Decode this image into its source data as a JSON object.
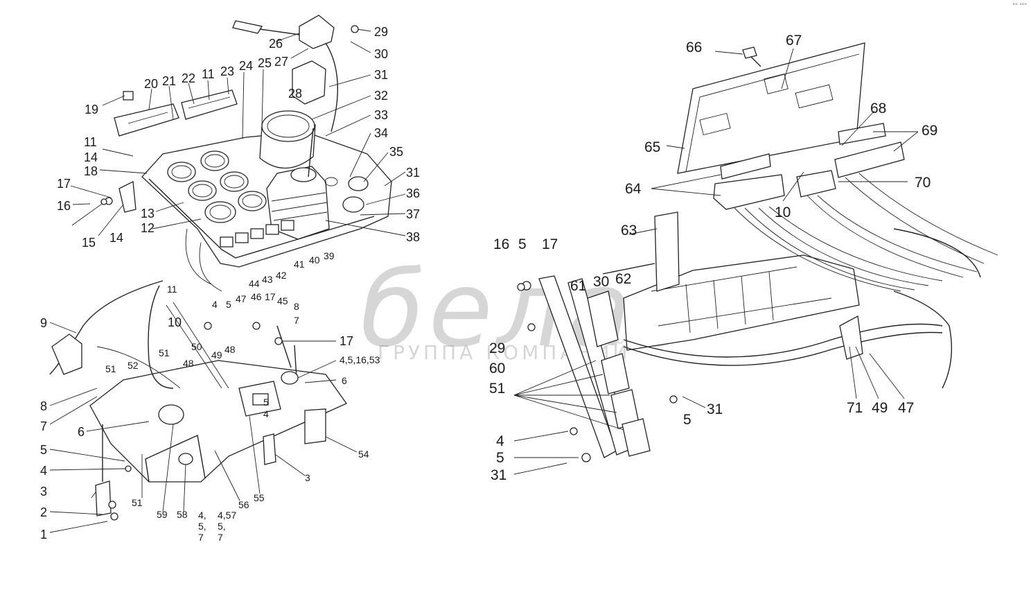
{
  "corner_mark": "°°  °°°",
  "watermark": {
    "brand": "белаз",
    "subtitle": "ГРУППА КОМПАНИЙ"
  },
  "callouts_left": [
    "1",
    "2",
    "3",
    "4",
    "5",
    "6",
    "7",
    "8",
    "9",
    "10",
    "11",
    "12",
    "13",
    "14",
    "15",
    "16",
    "17",
    "18",
    "19",
    "20",
    "21",
    "22",
    "23",
    "24",
    "25",
    "26",
    "27",
    "28",
    "29",
    "30",
    "31",
    "32",
    "33",
    "34",
    "35",
    "36",
    "37",
    "38",
    "39",
    "40",
    "41",
    "42",
    "43",
    "44",
    "45",
    "46",
    "47",
    "48",
    "49",
    "50",
    "51",
    "52",
    "53",
    "54",
    "55",
    "56",
    "57",
    "58",
    "59"
  ],
  "callouts_right": [
    "60",
    "61",
    "62",
    "63",
    "64",
    "65",
    "66",
    "67",
    "68",
    "69",
    "70",
    "71"
  ],
  "multi_callouts": {
    "a": "4,5,16,53",
    "b": "4,\n5,\n7",
    "c": "4,57\n5,\n7"
  }
}
